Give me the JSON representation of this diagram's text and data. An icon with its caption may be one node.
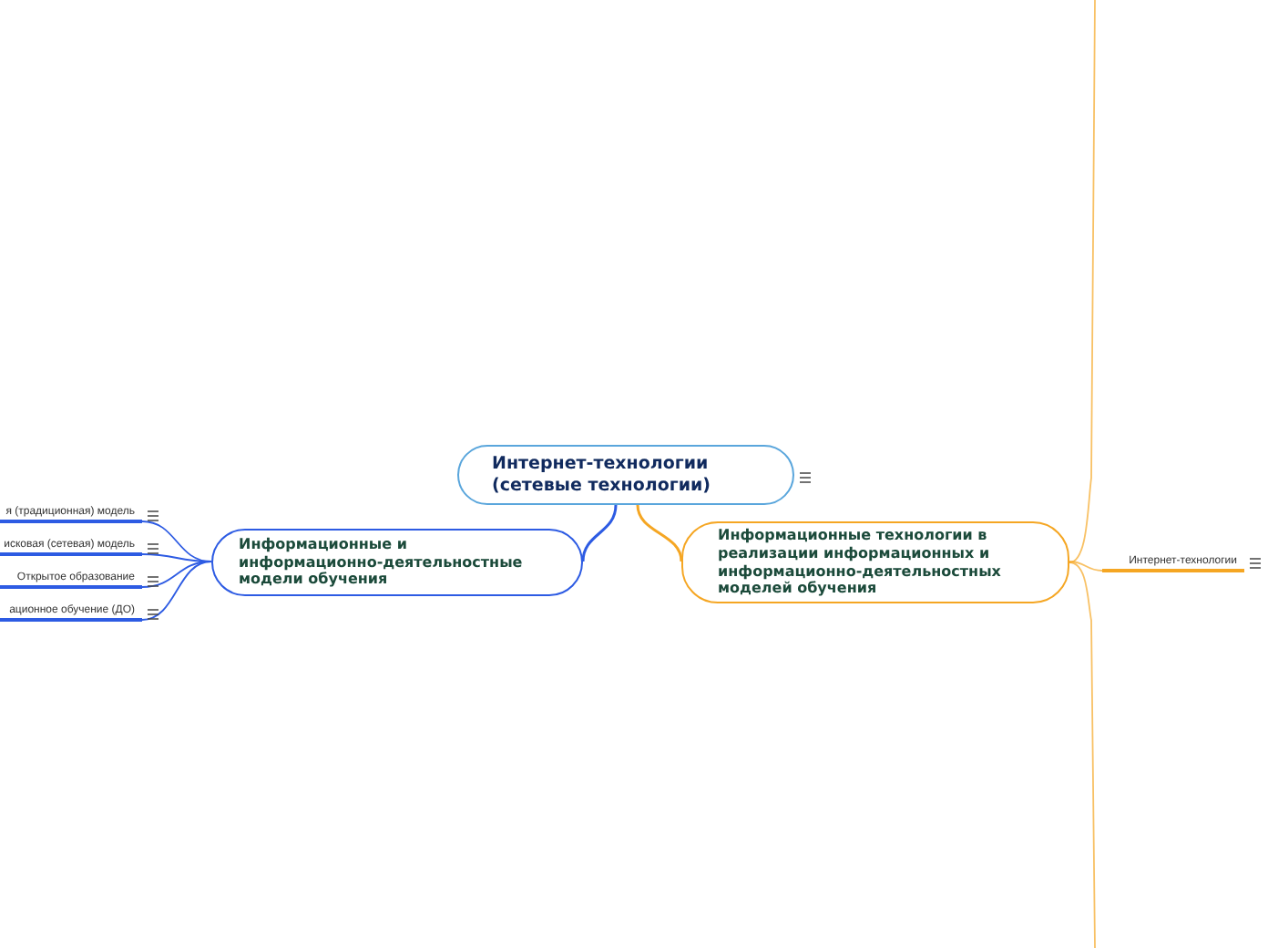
{
  "diagram": {
    "nodes": [
      {
        "text": [
          "Интернет-технологии (сетевые технологии)"
        ]
      },
      {
        "text": [
          "Информационные и информационно-деятельностные модели обучения"
        ]
      },
      {
        "text": [
          "Информационные технологии в реализации информационных и информационно-деятельностных моделей обучения"
        ]
      },
      {
        "text": [
          "я (традиционная) модель"
        ]
      },
      {
        "text": [
          "исковая (сетевая) модель"
        ]
      },
      {
        "text": [
          "Открытое образование"
        ]
      },
      {
        "text": [
          "ационное обучение (ДО)"
        ]
      },
      {
        "text": [
          "Интернет-технологии"
        ]
      }
    ],
    "edges": [
      {
        "from": 0,
        "to": 1,
        "arrow": "none",
        "color": "#2d5be3"
      },
      {
        "from": 0,
        "to": 2,
        "arrow": "none",
        "color": "#f5a623"
      },
      {
        "from": 1,
        "to": 3,
        "arrow": "none",
        "color": "#2d5be3"
      },
      {
        "from": 1,
        "to": 4,
        "arrow": "none",
        "color": "#2d5be3"
      },
      {
        "from": 1,
        "to": 5,
        "arrow": "none",
        "color": "#2d5be3"
      },
      {
        "from": 1,
        "to": 6,
        "arrow": "none",
        "color": "#2d5be3"
      },
      {
        "from": 2,
        "to": 7,
        "arrow": "none",
        "color": "#f5a623"
      },
      {
        "from": 2,
        "to": null,
        "arrow": "none",
        "color": "#f5a623"
      },
      {
        "from": 2,
        "to": null,
        "arrow": "none",
        "color": "#f5a623"
      }
    ]
  }
}
